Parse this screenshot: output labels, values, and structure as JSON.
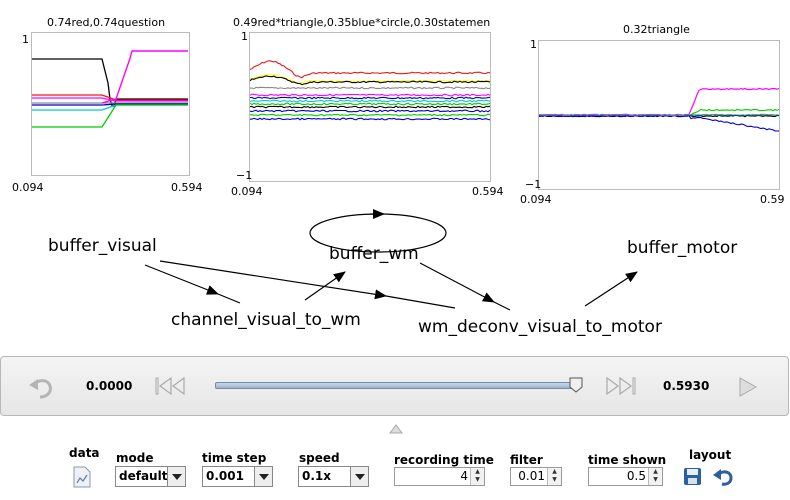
{
  "plots": [
    {
      "title": "0.74red,0.74question",
      "y_max": "1",
      "y_min": "",
      "x_start": "0.094",
      "x_end": "0.594"
    },
    {
      "title": "0.49red*triangle,0.35blue*circle,0.30statemen",
      "y_max": "1",
      "y_min": "−1",
      "x_start": "0.094",
      "x_end": "0.594"
    },
    {
      "title": "0.32triangle",
      "y_max": "1",
      "y_min": "−1",
      "x_start": "0.094",
      "x_end": "0.59"
    }
  ],
  "graph": {
    "nodes": {
      "buffer_visual": "buffer_visual",
      "buffer_wm": "buffer_wm",
      "buffer_motor": "buffer_motor",
      "channel_visual_to_wm": "channel_visual_to_wm",
      "wm_deconv_visual_to_motor": "wm_deconv_visual_to_motor"
    }
  },
  "playback": {
    "current_time": "0.0000",
    "end_time": "0.5930",
    "slider_fraction": 0.99
  },
  "controls": {
    "data_label": "data",
    "mode": {
      "label": "mode",
      "value": "default"
    },
    "time_step": {
      "label": "time step",
      "value": "0.001"
    },
    "speed": {
      "label": "speed",
      "value": "0.1x"
    },
    "recording_time": {
      "label": "recording time",
      "value": "4"
    },
    "filter": {
      "label": "filter",
      "value": "0.01"
    },
    "time_shown": {
      "label": "time shown",
      "value": "0.5"
    },
    "layout_label": "layout"
  },
  "colors": {
    "red": "#e41a1c",
    "magenta": "#ff00ff",
    "black": "#000000",
    "yellow": "#ffff00",
    "blue": "#0000cc",
    "green": "#00cc00",
    "cyan": "#00cccc",
    "gray": "#888888"
  }
}
